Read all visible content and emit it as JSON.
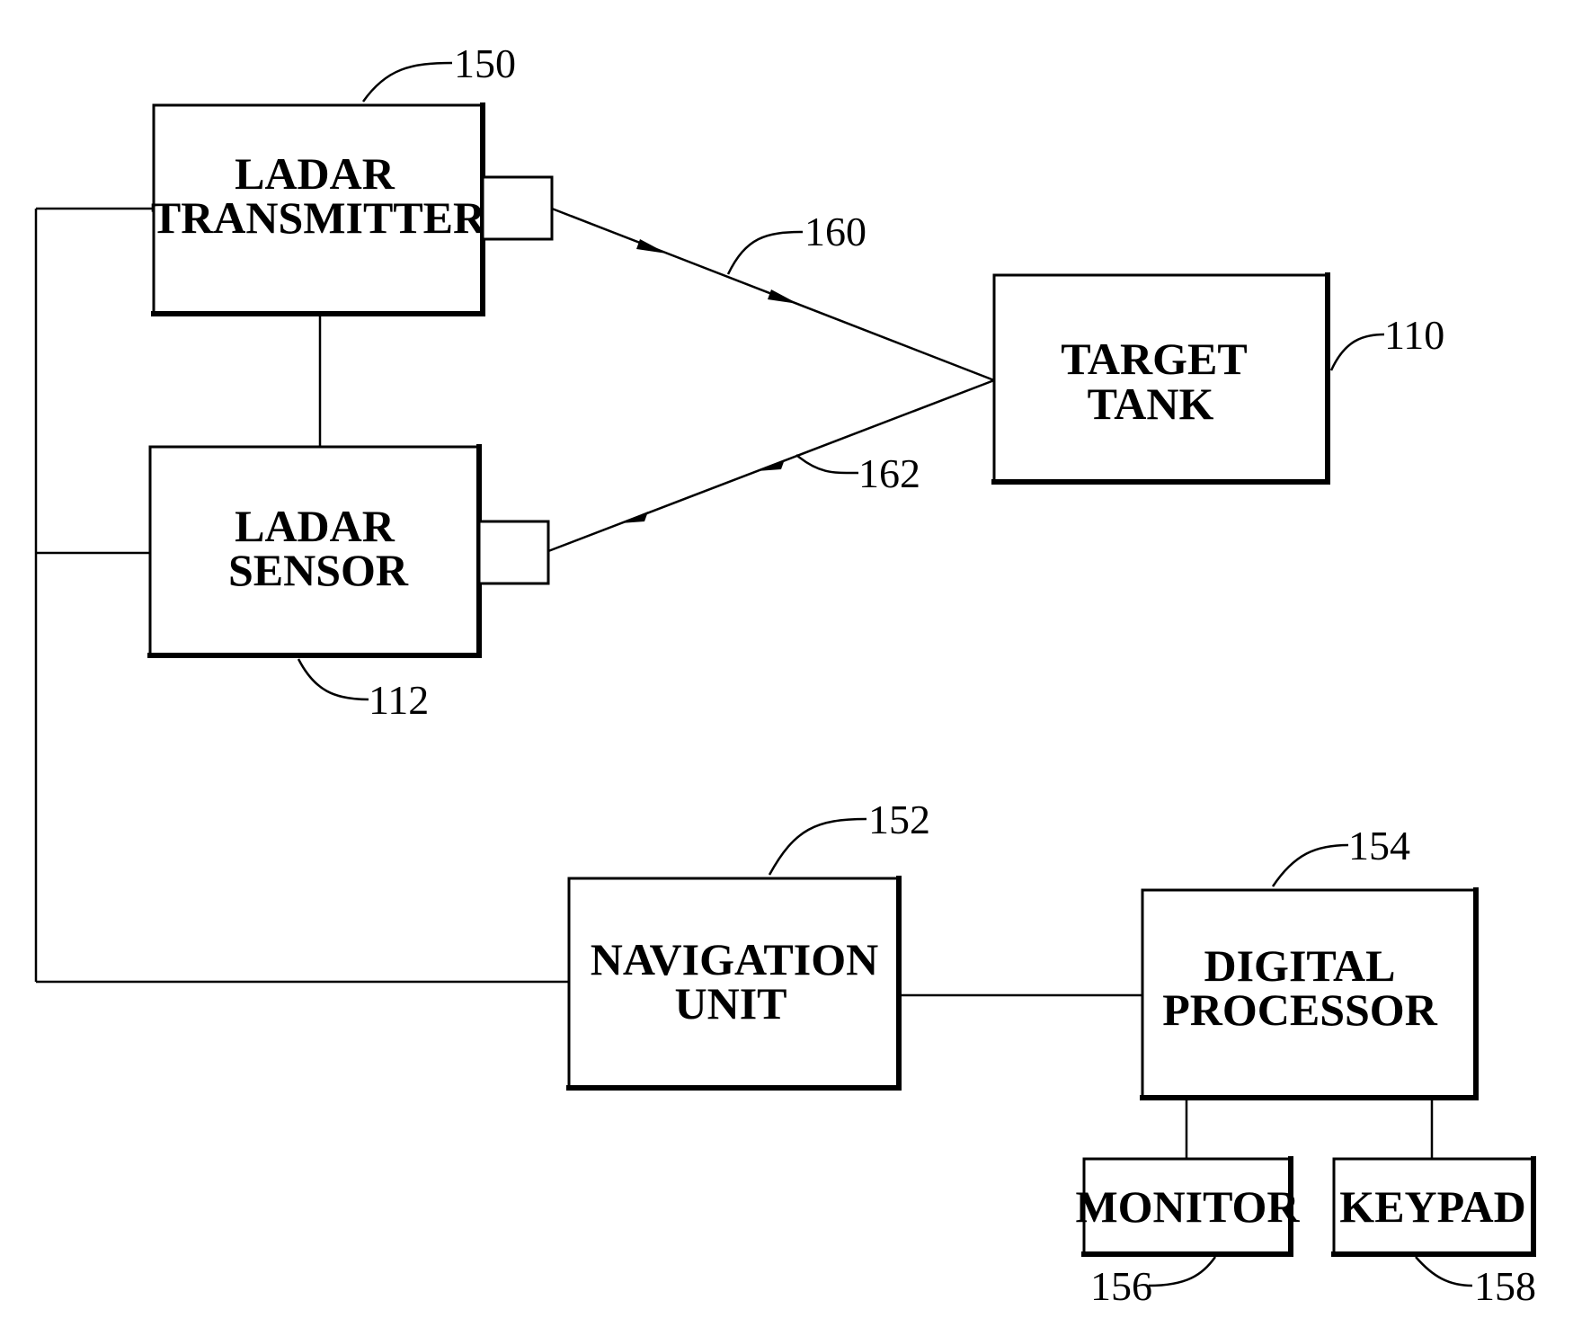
{
  "blocks": {
    "ladar_transmitter": {
      "line1": "LADAR",
      "line2": "TRANSMITTER",
      "ref": "150"
    },
    "ladar_sensor": {
      "line1": "LADAR",
      "line2": "SENSOR",
      "ref": "112"
    },
    "target_tank": {
      "line1": "TARGET",
      "line2": "TANK",
      "ref": "110"
    },
    "navigation_unit": {
      "line1": "NAVIGATION",
      "line2": "UNIT",
      "ref": "152"
    },
    "digital_processor": {
      "line1": "DIGITAL",
      "line2": "PROCESSOR",
      "ref": "154"
    },
    "monitor": {
      "label": "MONITOR",
      "ref": "156"
    },
    "keypad": {
      "label": "KEYPAD",
      "ref": "158"
    }
  },
  "beams": {
    "outgoing": {
      "ref": "160"
    },
    "return": {
      "ref": "162"
    }
  },
  "colors": {
    "ink": "#000000",
    "paper": "#ffffff"
  }
}
